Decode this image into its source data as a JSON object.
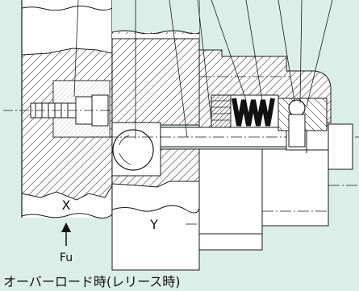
{
  "diagram": {
    "labels": {
      "part_x": "X",
      "part_y": "Y",
      "force": "Fu"
    },
    "caption": "オーバーロード時(レリース時)"
  }
}
